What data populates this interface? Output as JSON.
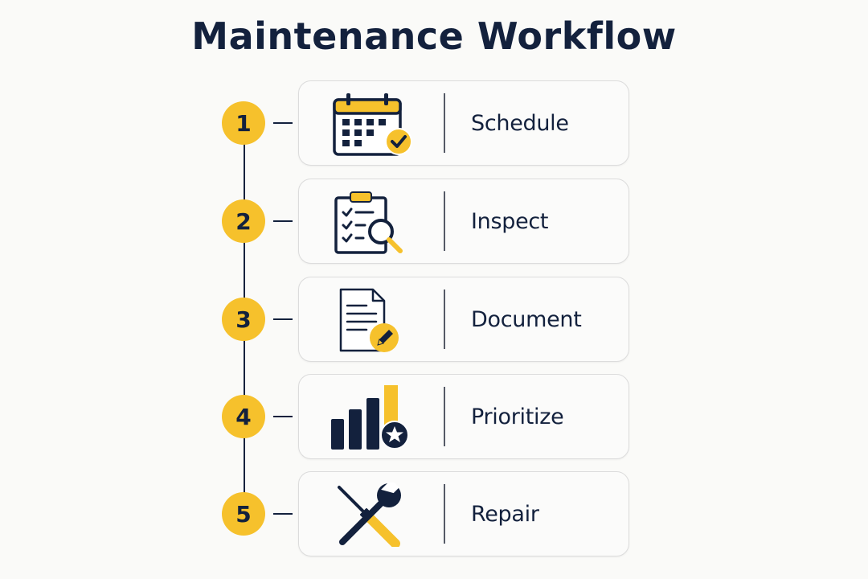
{
  "title": "Maintenance Workflow",
  "colors": {
    "accent": "#f6c12c",
    "navy": "#13213d"
  },
  "steps": [
    {
      "number": "1",
      "label": "Schedule",
      "icon": "calendar-check-icon"
    },
    {
      "number": "2",
      "label": "Inspect",
      "icon": "clipboard-search-icon"
    },
    {
      "number": "3",
      "label": "Document",
      "icon": "document-edit-icon"
    },
    {
      "number": "4",
      "label": "Prioritize",
      "icon": "bar-chart-star-icon"
    },
    {
      "number": "5",
      "label": "Repair",
      "icon": "tools-icon"
    }
  ]
}
